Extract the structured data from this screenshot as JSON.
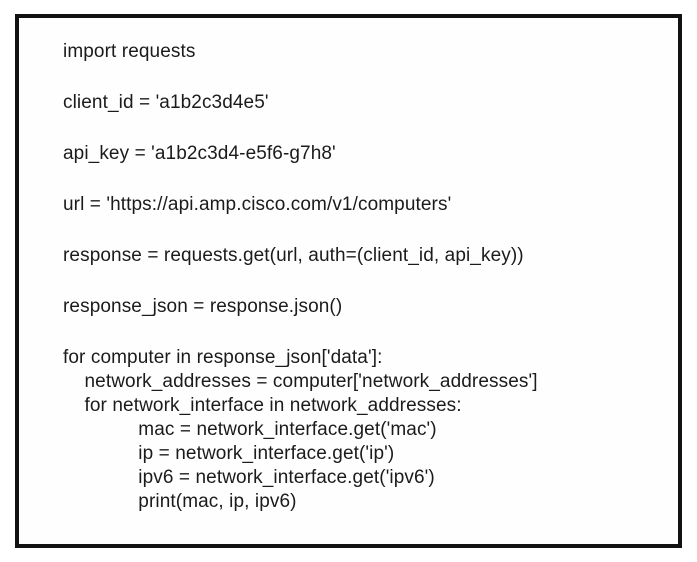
{
  "code": {
    "lines": [
      {
        "text": "import requests"
      },
      {
        "text": "client_id = 'a1b2c3d4e5'"
      },
      {
        "text": "api_key = 'a1b2c3d4-e5f6-g7h8'"
      },
      {
        "text": "url = 'https://api.amp.cisco.com/v1/computers'"
      },
      {
        "text": "response = requests.get(url, auth=(client_id, api_key))"
      },
      {
        "text": "response_json = response.json()"
      },
      {
        "text": "for computer in response_json['data']:"
      },
      {
        "text": "    network_addresses = computer['network_addresses']"
      },
      {
        "text": "    for network_interface in network_addresses:"
      },
      {
        "text": "              mac = network_interface.get('mac')"
      },
      {
        "text": "              ip = network_interface.get('ip')"
      },
      {
        "text": "              ipv6 = network_interface.get('ipv6')"
      },
      {
        "text": "              print(mac, ip, ipv6)"
      }
    ]
  },
  "colors": {
    "border": "#121212",
    "text": "#1b1b1b",
    "background": "#ffffff"
  }
}
